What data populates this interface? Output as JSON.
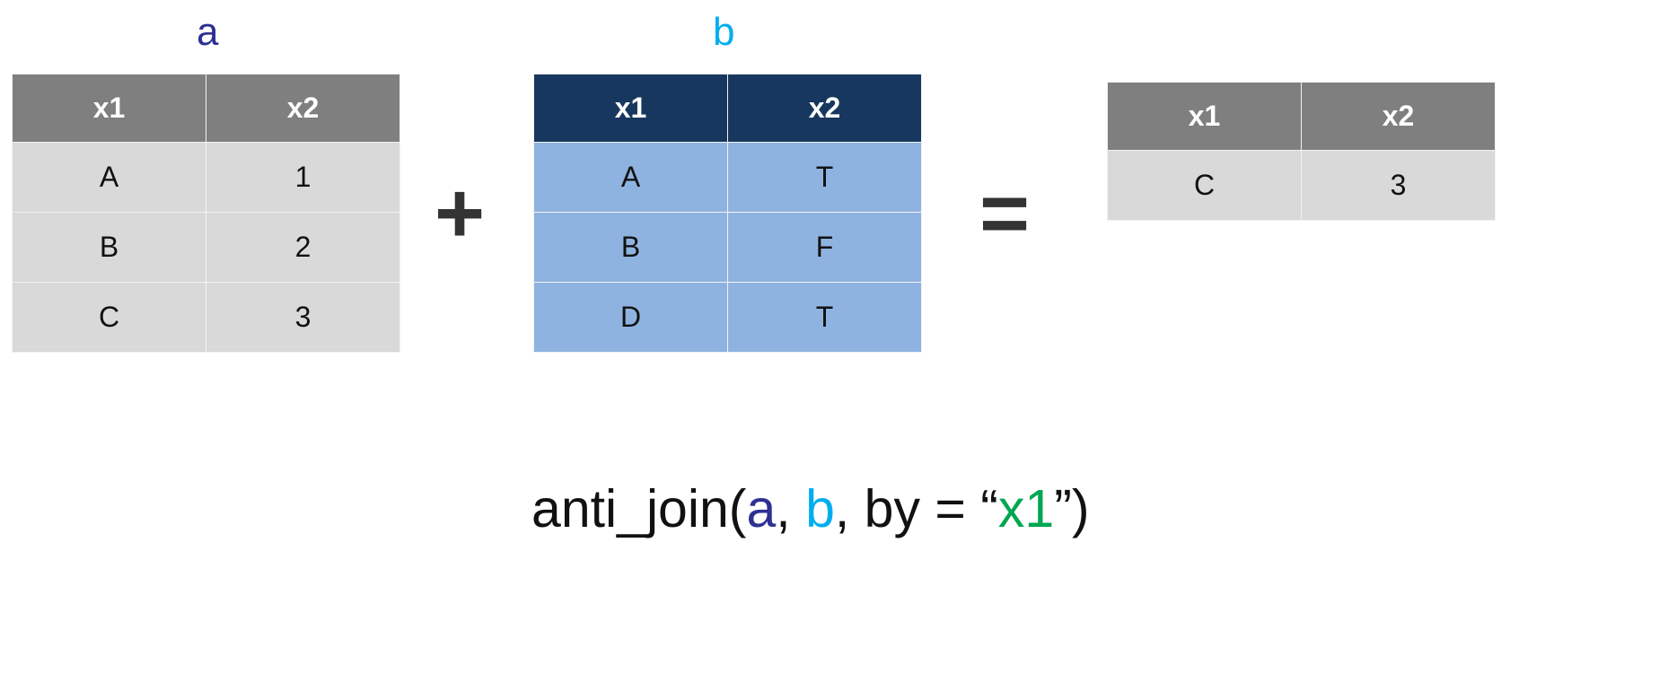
{
  "colors": {
    "a_label": "#2e3192",
    "b_label": "#00aeef",
    "key_label": "#00a651",
    "grey_header": "#7f7f7f",
    "grey_cell": "#d9d9d9",
    "blue_header": "#17375e",
    "blue_cell": "#8fb3e0"
  },
  "table_a": {
    "name": "a",
    "headers": [
      "x1",
      "x2"
    ],
    "rows": [
      [
        "A",
        "1"
      ],
      [
        "B",
        "2"
      ],
      [
        "C",
        "3"
      ]
    ]
  },
  "table_b": {
    "name": "b",
    "headers": [
      "x1",
      "x2"
    ],
    "rows": [
      [
        "A",
        "T"
      ],
      [
        "B",
        "F"
      ],
      [
        "D",
        "T"
      ]
    ]
  },
  "result": {
    "headers": [
      "x1",
      "x2"
    ],
    "rows": [
      [
        "C",
        "3"
      ]
    ]
  },
  "operators": {
    "plus": "+",
    "equals": "="
  },
  "formula": {
    "fn": "anti_join(",
    "arg_a": "a",
    "sep1": ", ",
    "arg_b": "b",
    "sep2": ", by = “",
    "key": "x1",
    "close": "”)"
  }
}
